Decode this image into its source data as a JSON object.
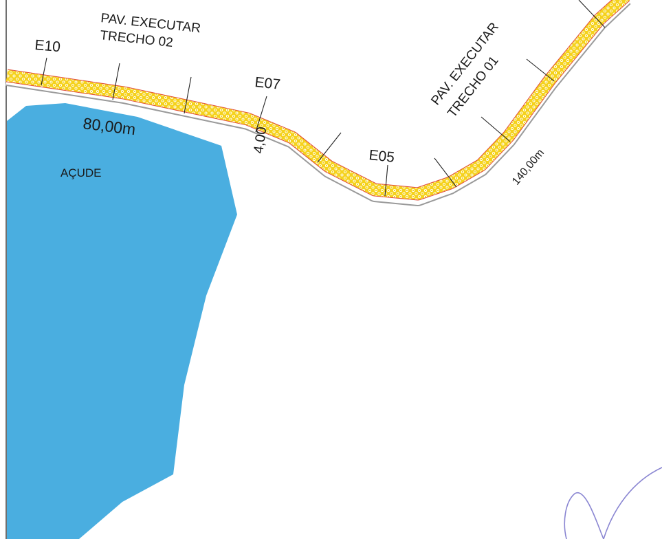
{
  "labels": {
    "trecho02_line1": "PAV. EXECUTAR",
    "trecho02_line2": "TRECHO 02",
    "trecho01_line1": "PAV. EXECUTAR",
    "trecho01_line2": "TRECHO 01",
    "station_e10": "E10",
    "station_e07": "E07",
    "station_e05": "E05",
    "dim_trecho02": "80,00m",
    "dim_trecho01": "140,00m",
    "dim_width": "4,00",
    "pond": "AÇUDE"
  },
  "colors": {
    "road_fill": "#f5d21c",
    "road_edge": "#e04a3a",
    "road_shoulder": "#9a9a9a",
    "pond_fill": "#4aaee0",
    "ink_mark": "#8a86d2"
  },
  "icons": {
    "signature": "handwritten-signature"
  }
}
